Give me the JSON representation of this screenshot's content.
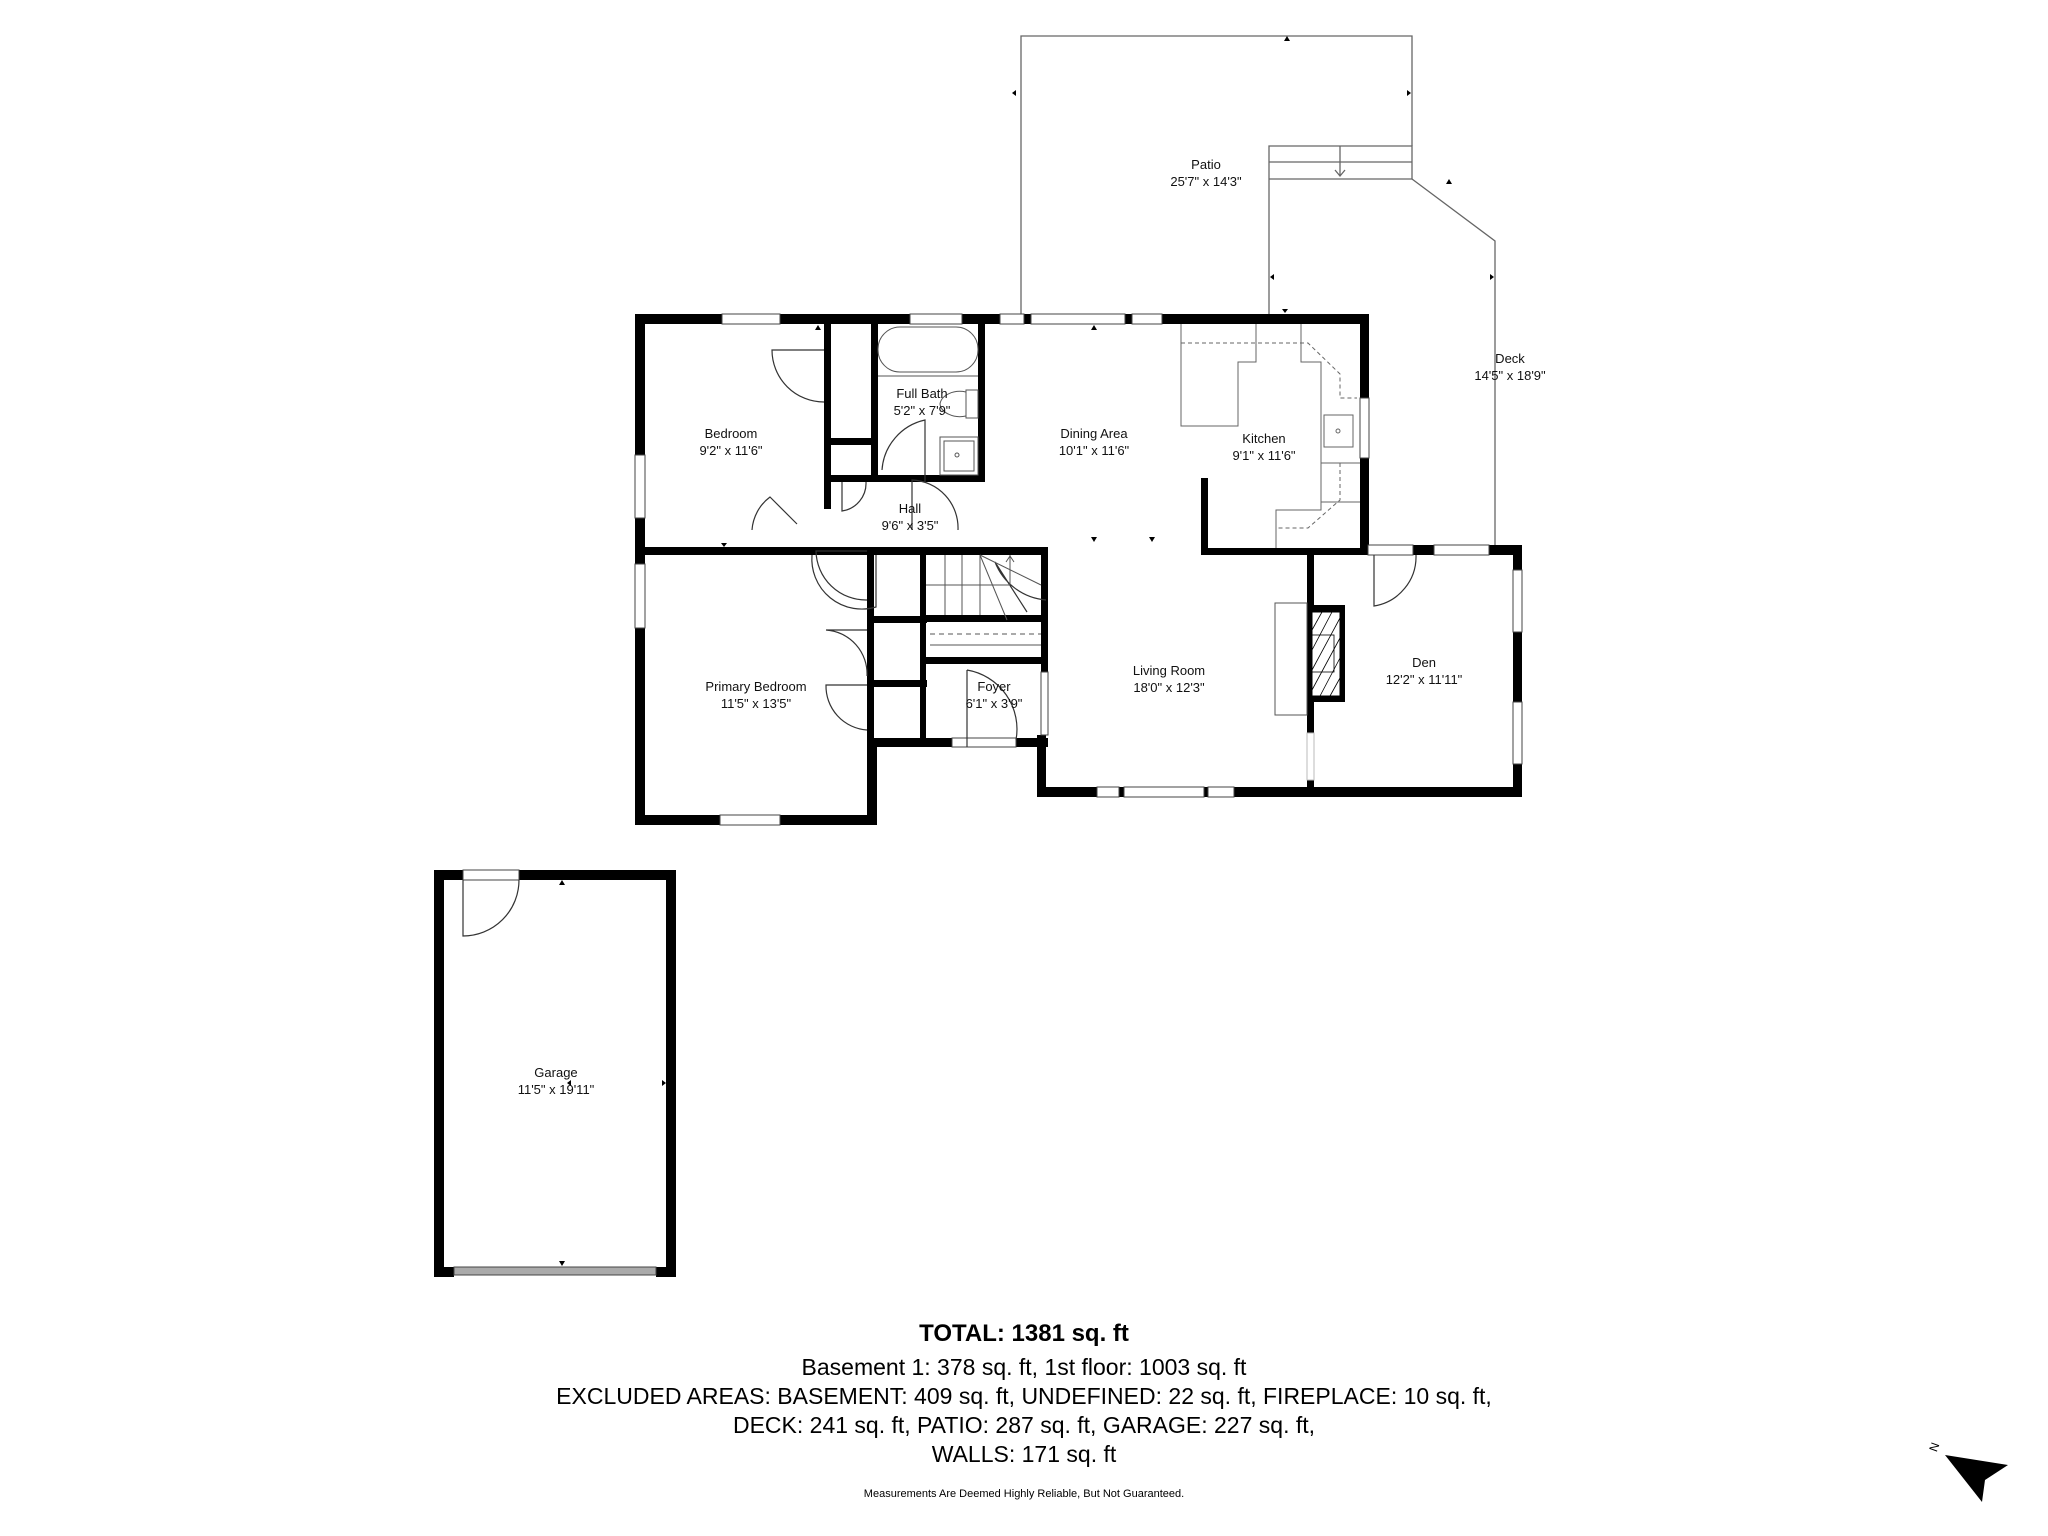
{
  "rooms": {
    "patio": {
      "name": "Patio",
      "dims": "25'7\" x 14'3\""
    },
    "deck": {
      "name": "Deck",
      "dims": "14'5\" x 18'9\""
    },
    "bedroom": {
      "name": "Bedroom",
      "dims": "9'2\" x 11'6\""
    },
    "full_bath": {
      "name": "Full Bath",
      "dims": "5'2\" x 7'9\""
    },
    "dining": {
      "name": "Dining Area",
      "dims": "10'1\" x 11'6\""
    },
    "kitchen": {
      "name": "Kitchen",
      "dims": "9'1\" x 11'6\""
    },
    "hall": {
      "name": "Hall",
      "dims": "9'6\" x 3'5\""
    },
    "primary_bedroom": {
      "name": "Primary Bedroom",
      "dims": "11'5\" x 13'5\""
    },
    "foyer": {
      "name": "Foyer",
      "dims": "6'1\" x 3'9\""
    },
    "living": {
      "name": "Living Room",
      "dims": "18'0\" x 12'3\""
    },
    "den": {
      "name": "Den",
      "dims": "12'2\" x 11'11\""
    },
    "garage": {
      "name": "Garage",
      "dims": "11'5\" x 19'11\""
    }
  },
  "summary": {
    "total": "TOTAL: 1381 sq. ft",
    "line1": "Basement 1: 378 sq. ft, 1st floor: 1003 sq. ft",
    "line2": "EXCLUDED AREAS: BASEMENT: 409 sq. ft, UNDEFINED: 22 sq. ft, FIREPLACE: 10 sq. ft,",
    "line3": "DECK: 241 sq. ft, PATIO: 287 sq. ft, GARAGE: 227 sq. ft,",
    "line4": "WALLS: 171 sq. ft",
    "disclaimer": "Measurements Are Deemed Highly Reliable, But Not Guaranteed."
  },
  "compass": {
    "label": "N",
    "icon": "north-arrow-icon"
  },
  "colors": {
    "wall": "#000000",
    "line": "#555555",
    "background": "#ffffff"
  }
}
